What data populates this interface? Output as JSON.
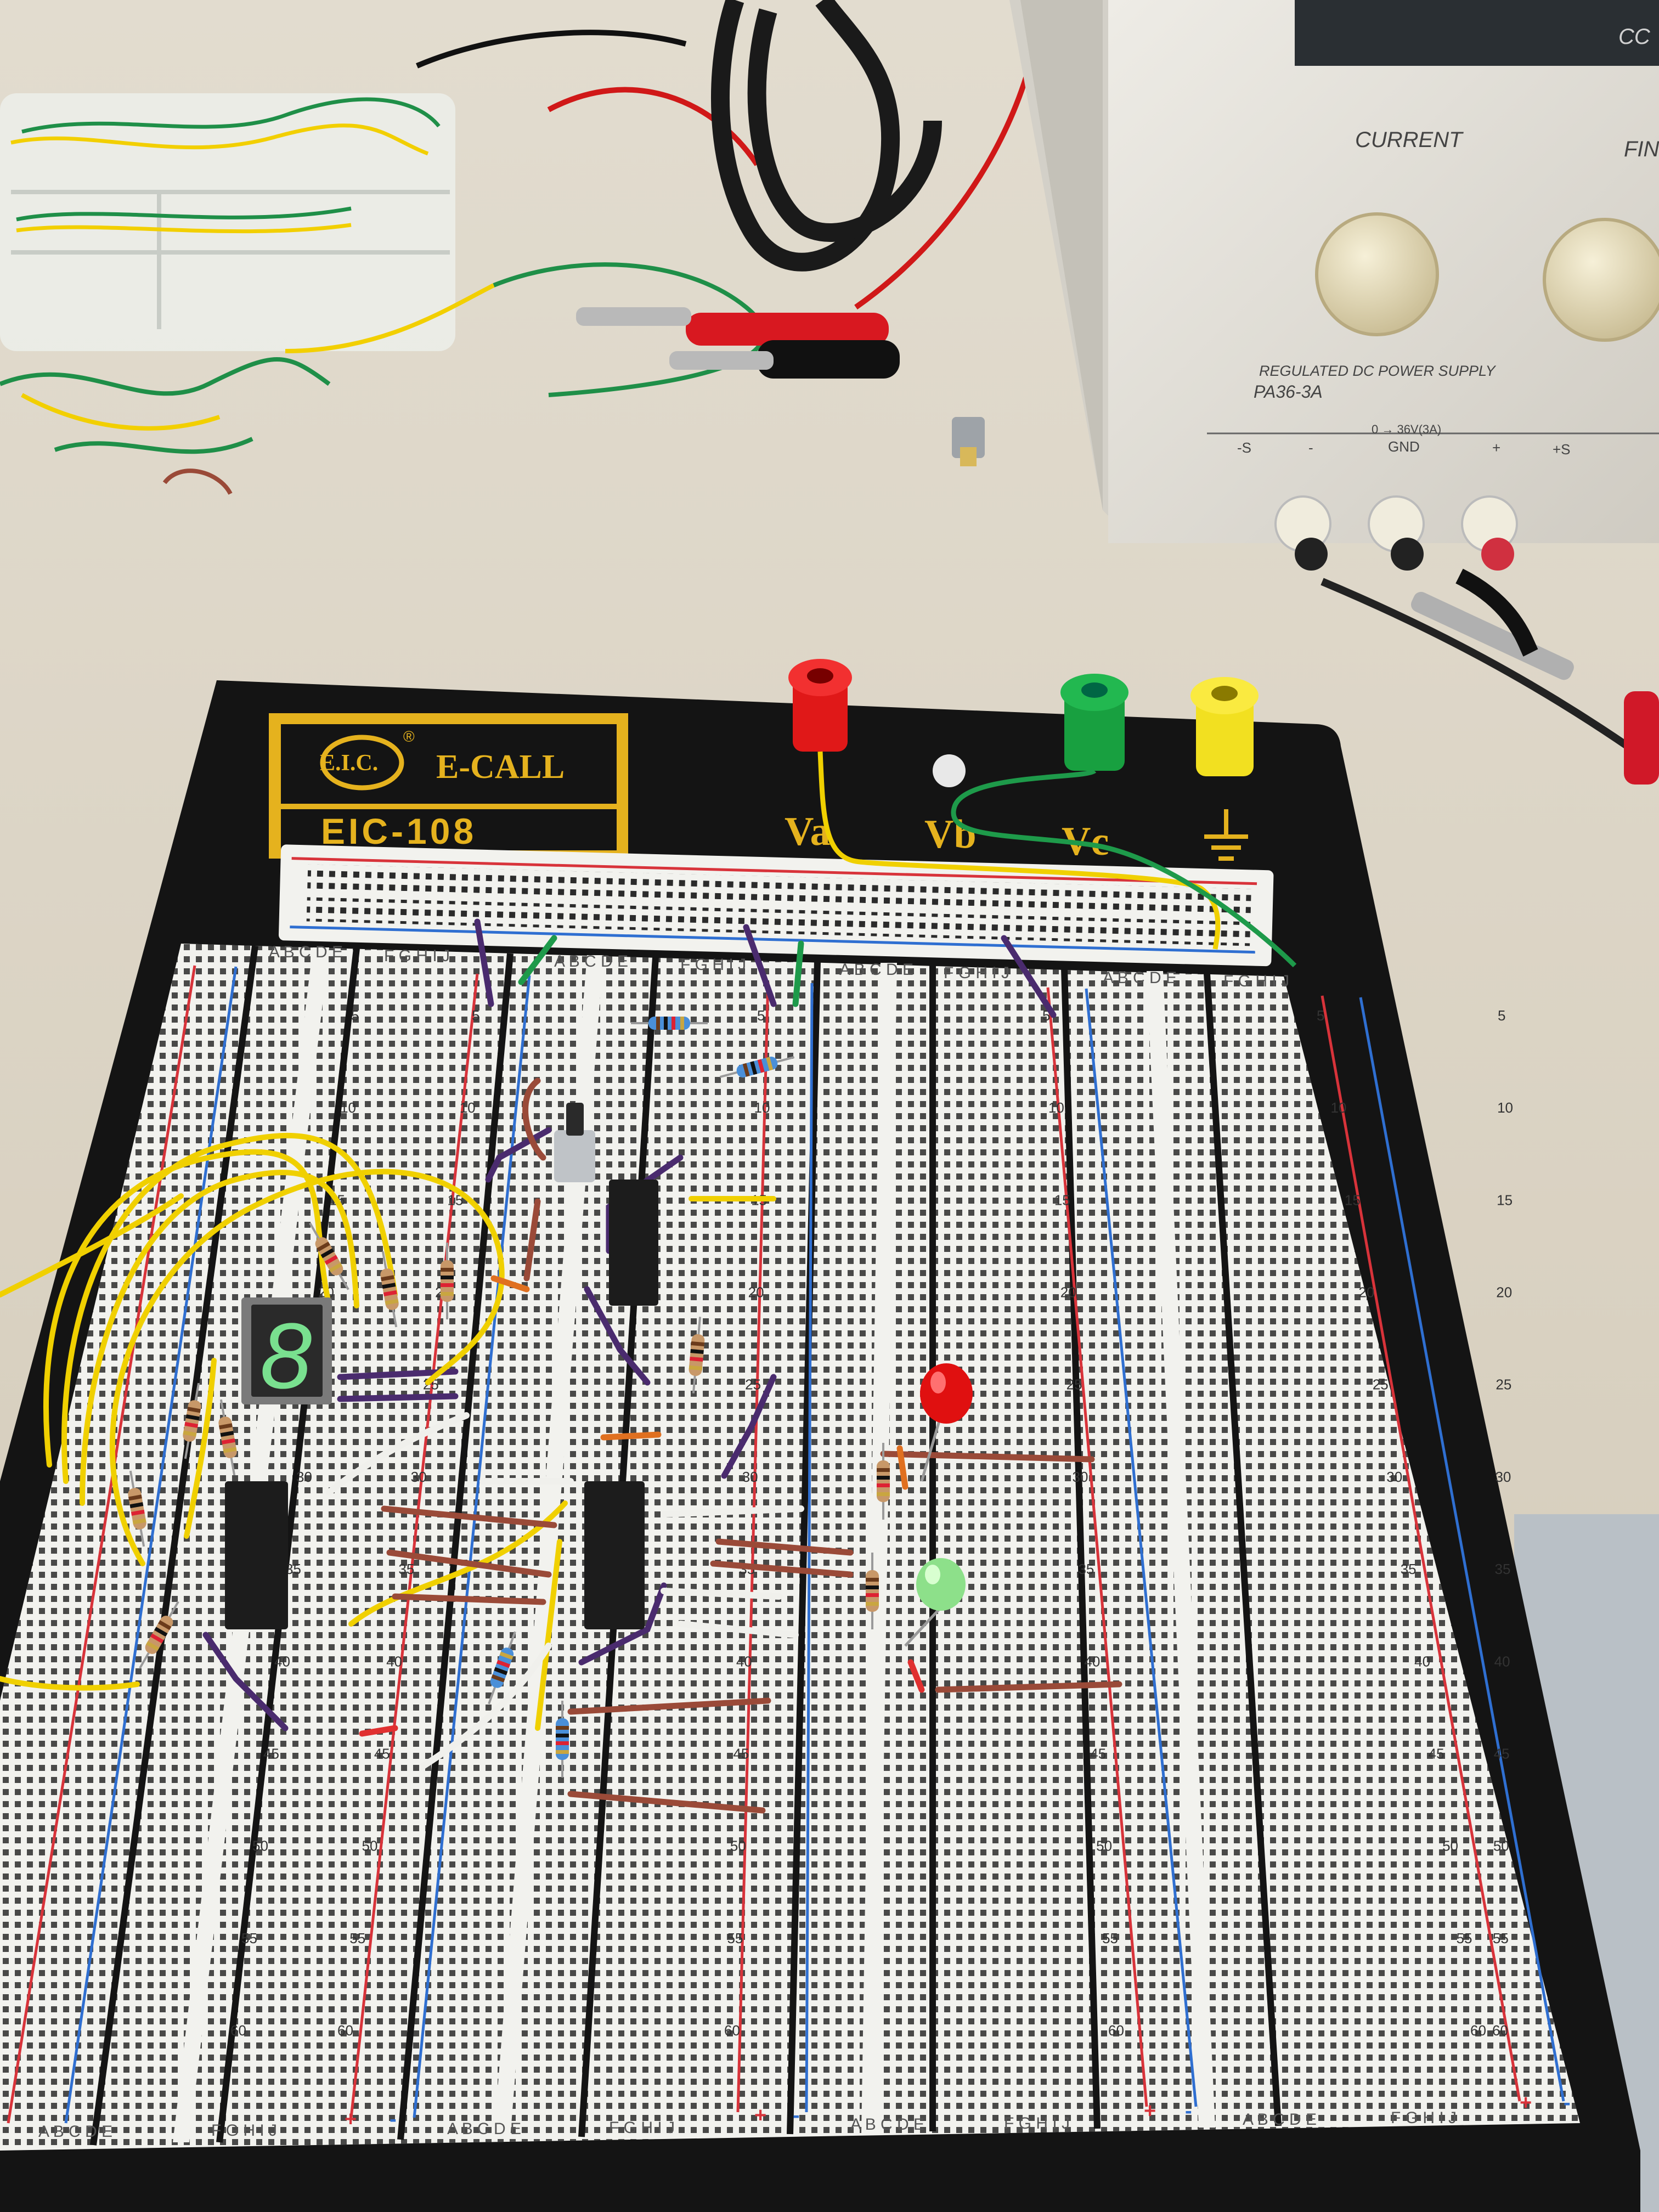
{
  "power_supply": {
    "top_label": "CC",
    "knob_left_label": "CURRENT",
    "knob_right_label": "FIN",
    "model_line": "REGULATED DC POWER SUPPLY",
    "model": "PA36-3A",
    "terminal_minus_s": "-S",
    "terminal_minus": "-",
    "terminal_gnd": "GND",
    "terminal_range": "0 → 36V(3A)",
    "terminal_plus": "+",
    "terminal_plus_s": "+S"
  },
  "breadboard": {
    "brand": "E-CALL",
    "logo_text": "E.I.C.",
    "registered": "®",
    "model": "EIC-108",
    "post_labels": [
      "Va",
      "Vb",
      "Vc"
    ],
    "column_letters_left": "A B C D E",
    "column_letters_right": "F G H I J",
    "row_numbers": [
      "5",
      "10",
      "15",
      "20",
      "25",
      "30",
      "35",
      "40",
      "45",
      "50",
      "55",
      "60"
    ],
    "rail_plus": "+",
    "rail_minus": "-"
  },
  "display": {
    "digit": "8"
  },
  "colors": {
    "board_black": "#141414",
    "board_gold": "#e5b21e",
    "breadboard_white": "#f2f2ee",
    "rail_red": "#d8333a",
    "rail_blue": "#2f6fd1",
    "wire_yellow": "#f0d000",
    "wire_brown": "#9a4a38",
    "wire_purple": "#4a2b6e",
    "wire_green": "#1e9a4a",
    "led_red": "#e01010",
    "led_green": "#8de08a"
  }
}
